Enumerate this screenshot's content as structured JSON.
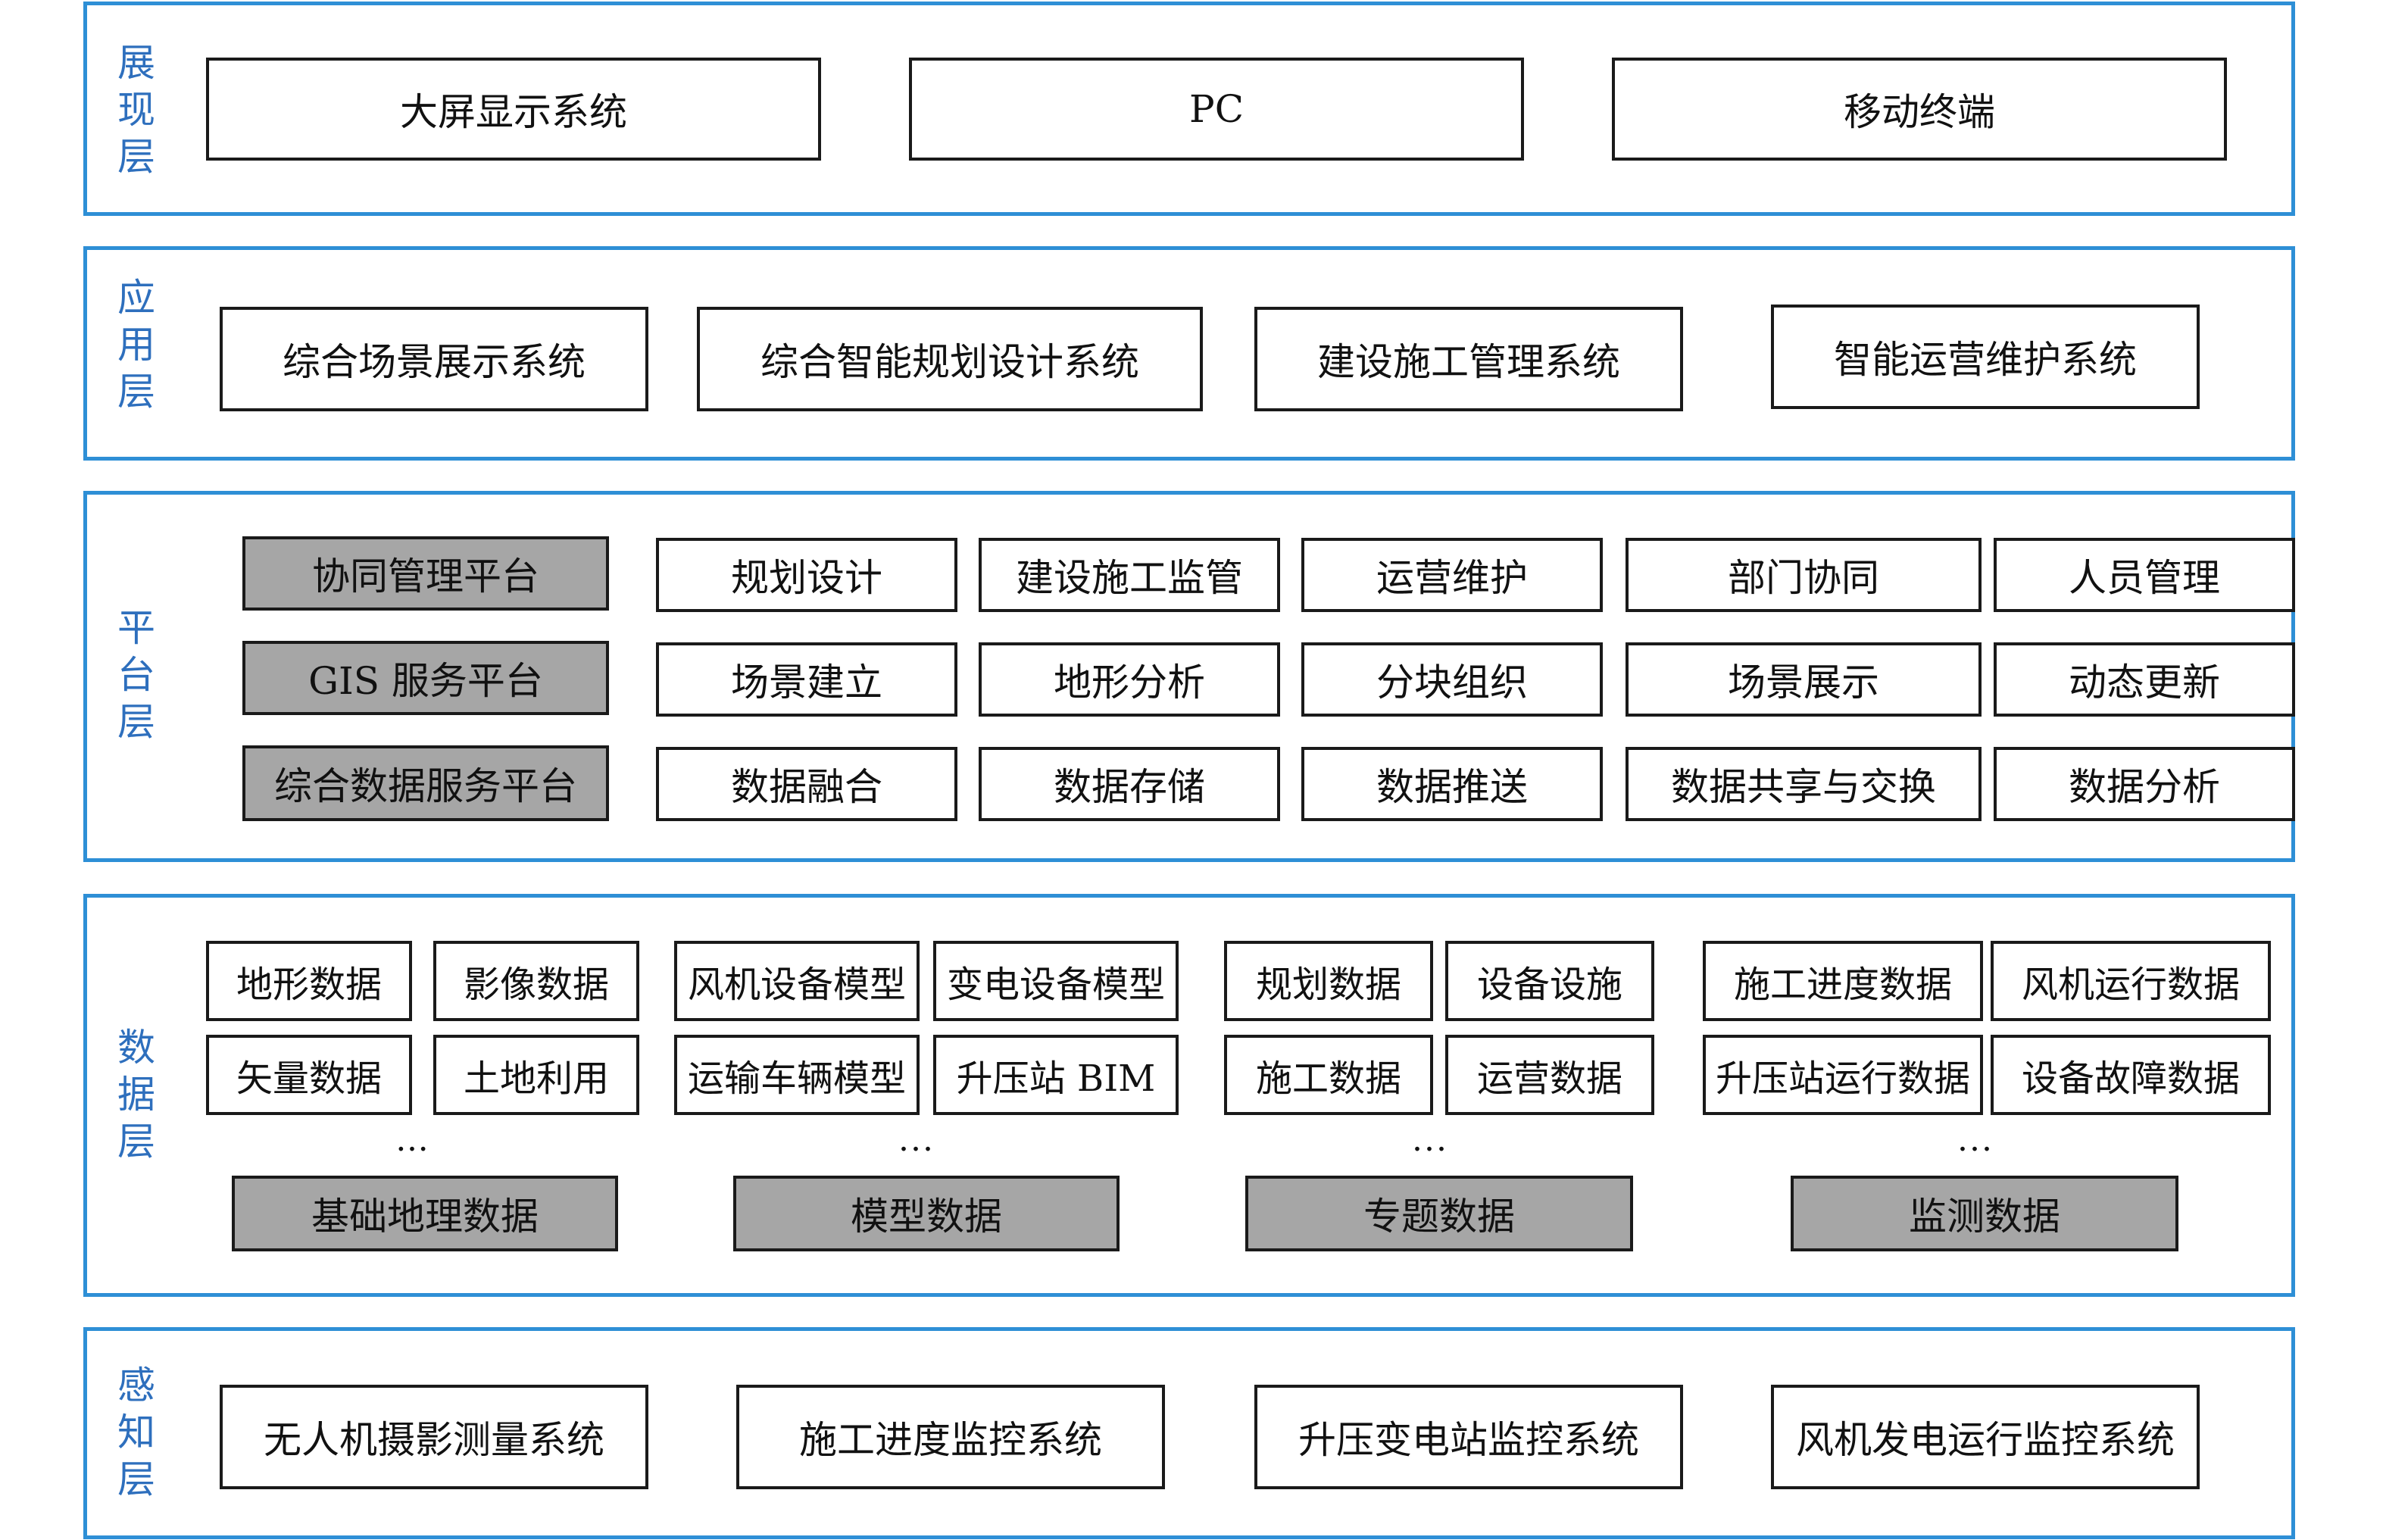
{
  "colors": {
    "layer_border": "#2e8fd6",
    "layer_label": "#2e6fbd",
    "box_border": "#1a1a1a",
    "gray_fill": "#a6a6a6"
  },
  "presentation": {
    "label": [
      "展",
      "现",
      "层"
    ],
    "items": [
      "大屏显示系统",
      "PC",
      "移动终端"
    ]
  },
  "application": {
    "label": [
      "应",
      "用",
      "层"
    ],
    "items": [
      "综合场景展示系统",
      "综合智能规划设计系统",
      "建设施工管理系统",
      "智能运营维护系统"
    ]
  },
  "platform": {
    "label": [
      "平",
      "台",
      "层"
    ],
    "rows": [
      {
        "platform": "协同管理平台",
        "items": [
          "规划设计",
          "建设施工监管",
          "运营维护",
          "部门协同",
          "人员管理"
        ]
      },
      {
        "platform": "GIS 服务平台",
        "items": [
          "场景建立",
          "地形分析",
          "分块组织",
          "场景展示",
          "动态更新"
        ]
      },
      {
        "platform": "综合数据服务平台",
        "items": [
          "数据融合",
          "数据存储",
          "数据推送",
          "数据共享与交换",
          "数据分析"
        ]
      }
    ]
  },
  "data": {
    "label": [
      "数",
      "据",
      "层"
    ],
    "groups": [
      {
        "items": [
          "地形数据",
          "影像数据",
          "矢量数据",
          "土地利用"
        ],
        "ellipsis": "…",
        "category": "基础地理数据"
      },
      {
        "items": [
          "风机设备模型",
          "变电设备模型",
          "运输车辆模型",
          "升压站 BIM"
        ],
        "ellipsis": "...",
        "category": "模型数据"
      },
      {
        "items": [
          "规划数据",
          "设备设施",
          "施工数据",
          "运营数据"
        ],
        "ellipsis": "...",
        "category": "专题数据"
      },
      {
        "items": [
          "施工进度数据",
          "风机运行数据",
          "升压站运行数据",
          "设备故障数据"
        ],
        "ellipsis": "...",
        "category": "监测数据"
      }
    ]
  },
  "perception": {
    "label": [
      "感",
      "知",
      "层"
    ],
    "items": [
      "无人机摄影测量系统",
      "施工进度监控系统",
      "升压变电站监控系统",
      "风机发电运行监控系统"
    ]
  }
}
